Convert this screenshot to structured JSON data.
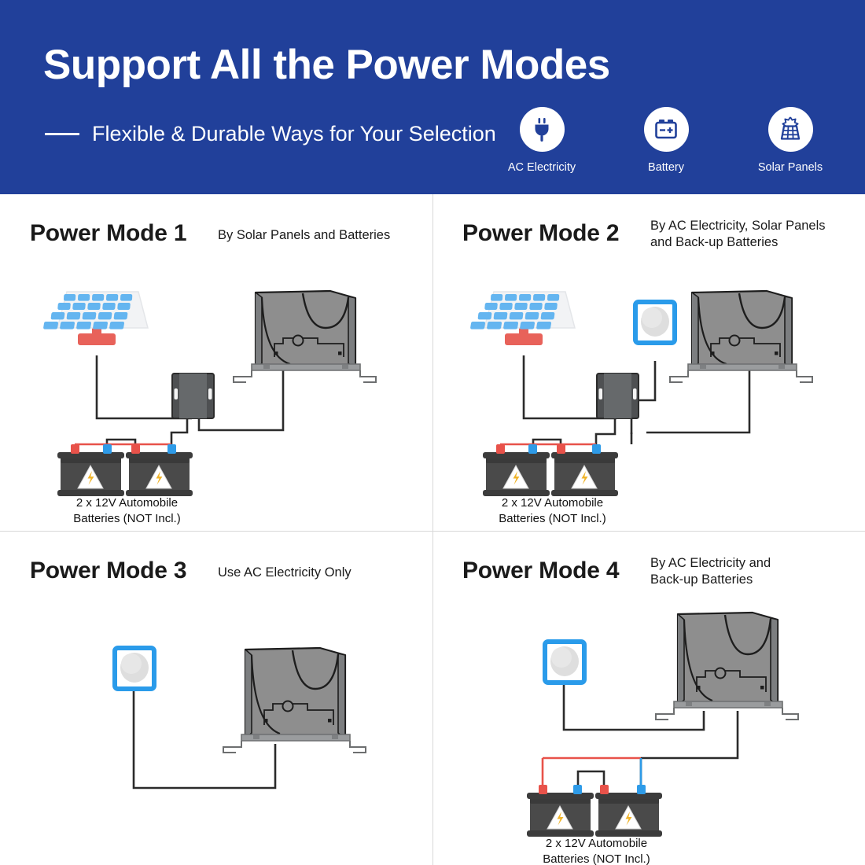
{
  "header": {
    "title": "Support All the Power Modes",
    "subtitle": "Flexible & Durable Ways for Your Selection",
    "bg_color": "#21409A",
    "icons": [
      {
        "name": "plug-icon",
        "label": "AC Electricity"
      },
      {
        "name": "battery-icon",
        "label": "Battery"
      },
      {
        "name": "solar-panel-icon",
        "label": "Solar Panels"
      }
    ]
  },
  "colors": {
    "brand_blue": "#21409A",
    "outlet_blue": "#2A9BEA",
    "wire_red": "#E8524A",
    "wire_blue": "#2E9BE8",
    "wire_black": "#2b2b2b",
    "device_gray": "#8e8e8e",
    "battery_body": "#4a4a4a",
    "solar_cell": "#64B5F0",
    "solar_stand": "#E8625A",
    "divider": "#d8d8d8"
  },
  "quadrants": [
    {
      "id": "power-mode-1",
      "title": "Power Mode 1",
      "subtitle": "By Solar Panels and Batteries",
      "battery_caption_line1": "2 x 12V Automobile",
      "battery_caption_line2": "Batteries (NOT Incl.)",
      "has_solar": true,
      "has_outlet": false,
      "has_controller": true,
      "has_batteries": true
    },
    {
      "id": "power-mode-2",
      "title": "Power Mode 2",
      "subtitle_line1": "By AC Electricity, Solar Panels",
      "subtitle_line2": "and Back-up Batteries",
      "battery_caption_line1": "2 x 12V Automobile",
      "battery_caption_line2": "Batteries (NOT Incl.)",
      "has_solar": true,
      "has_outlet": true,
      "has_controller": true,
      "has_batteries": true
    },
    {
      "id": "power-mode-3",
      "title": "Power Mode 3",
      "subtitle": "Use AC Electricity Only",
      "has_solar": false,
      "has_outlet": true,
      "has_controller": false,
      "has_batteries": false
    },
    {
      "id": "power-mode-4",
      "title": "Power Mode 4",
      "subtitle_line1": "By AC Electricity and",
      "subtitle_line2": "Back-up Batteries",
      "battery_caption_line1": "2 x 12V Automobile",
      "battery_caption_line2": "Batteries (NOT Incl.)",
      "has_solar": false,
      "has_outlet": true,
      "has_controller": false,
      "has_batteries": true
    }
  ]
}
